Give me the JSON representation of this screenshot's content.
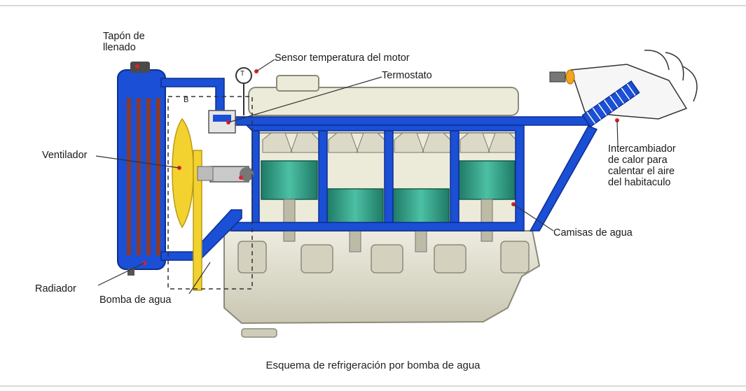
{
  "labels": {
    "tapon": "Tapón de\nllenado",
    "sensor": "Sensor temperatura del motor",
    "termostato": "Termostato",
    "ventilador": "Ventilador",
    "intercambiador": "Intercambiador\nde calor para\ncalentar el aire\ndel habitaculo",
    "camisas": "Camisas de agua",
    "radiador": "Radiador",
    "bomba": "Bomba de agua",
    "marker_b": "B",
    "gauge_t": "T"
  },
  "caption": "Esquema de refrigeración por bomba de agua",
  "colors": {
    "coolant": "#1a4fd6",
    "engine": "#e6e4cf",
    "piston": "#2f9e86",
    "fan": "#f3d230",
    "radiator_fins": "#8b3b2a",
    "leader": "#333333"
  },
  "piston_count": 4
}
